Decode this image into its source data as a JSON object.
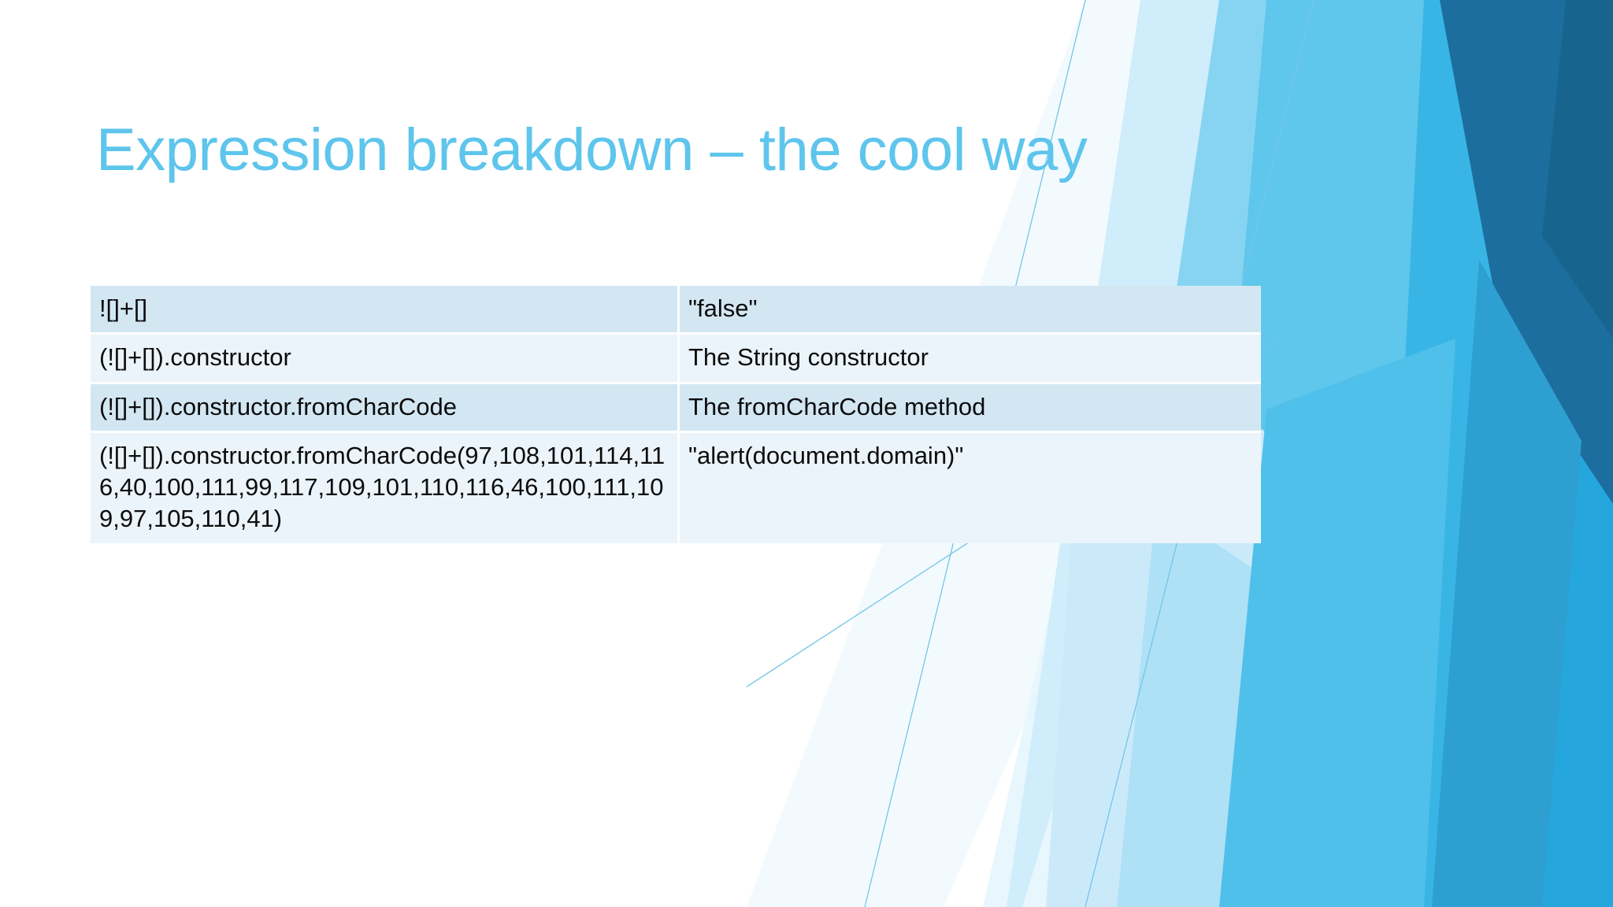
{
  "slide": {
    "title": "Expression breakdown – the cool way",
    "title_color": "#5EC5EC",
    "background_color": "#FFFFFF",
    "body_text_color": "#0C0C0C"
  },
  "table": {
    "name": "expression-breakdown-table",
    "row_band_colors": {
      "dark": "#D3E7F3",
      "light": "#EBF4FB"
    },
    "rows": [
      {
        "expression": "![]+[]",
        "meaning": "\"false\"",
        "band": "dark"
      },
      {
        "expression": "(![]+[]).constructor",
        "meaning": "The String constructor",
        "band": "light"
      },
      {
        "expression": "(![]+[]).constructor.fromCharCode",
        "meaning": "The fromCharCode method",
        "band": "dark"
      },
      {
        "expression": "(![]+[]).constructor.fromCharCode(97,108,101,114,116,40,100,111,99,117,109,101,110,116,46,100,111,109,97,105,110,41)",
        "meaning": "\"alert(document.domain)\"",
        "band": "light"
      }
    ]
  },
  "decoration": {
    "name": "abstract-polygon-artwork",
    "palette": {
      "pale_blue": "#D8EFFA",
      "light_blue": "#9BDCF5",
      "sky_blue": "#5EC5EC",
      "mid_blue": "#35B4E3",
      "bright_blue": "#29A8DD",
      "deep_blue": "#1E7FB4",
      "navy_blue": "#1C6E9E",
      "hairline": "#74C6E6"
    }
  }
}
